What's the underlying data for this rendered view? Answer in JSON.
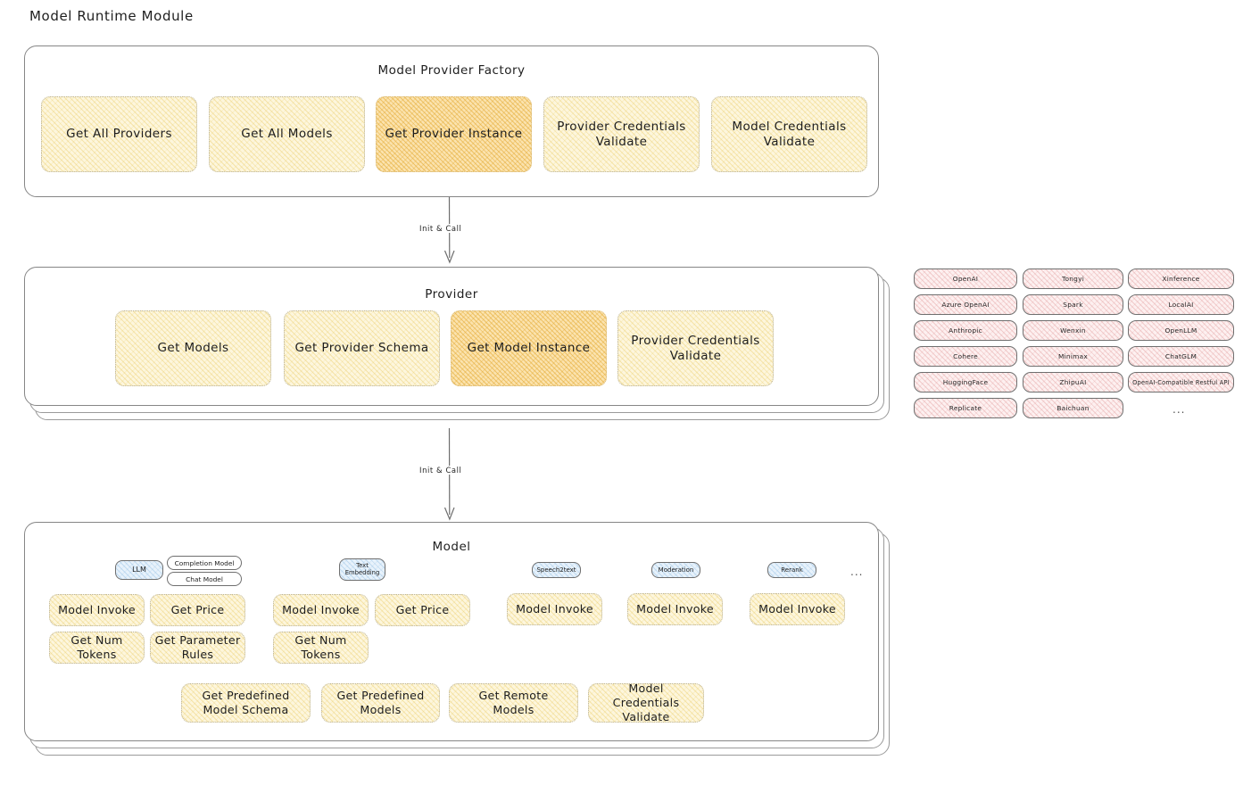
{
  "page_title": "Model Runtime Module",
  "factory": {
    "title": "Model Provider Factory",
    "tiles": [
      {
        "label": "Get All Providers",
        "highlight": false
      },
      {
        "label": "Get All Models",
        "highlight": false
      },
      {
        "label": "Get Provider Instance",
        "highlight": true
      },
      {
        "label": "Provider Credentials Validate",
        "highlight": false
      },
      {
        "label": "Model Credentials Validate",
        "highlight": false
      }
    ]
  },
  "connector_1": {
    "label": "Init & Call"
  },
  "provider": {
    "title": "Provider",
    "tiles": [
      {
        "label": "Get Models",
        "highlight": false
      },
      {
        "label": "Get Provider Schema",
        "highlight": false
      },
      {
        "label": "Get Model Instance",
        "highlight": true
      },
      {
        "label": "Provider Credentials Validate",
        "highlight": false
      }
    ]
  },
  "connector_2": {
    "label": "Init & Call"
  },
  "provider_list": {
    "columns": [
      {
        "items": [
          "OpenAI",
          "Azure OpenAI",
          "Anthropic",
          "Cohere",
          "HuggingFace",
          "Replicate"
        ]
      },
      {
        "items": [
          "Tongyi",
          "Spark",
          "Wenxin",
          "Minimax",
          "ZhipuAI",
          "Baichuan"
        ]
      },
      {
        "items": [
          "Xinference",
          "LocalAI",
          "OpenLLM",
          "ChatGLM",
          "OpenAI-Compatible Restful API"
        ]
      }
    ],
    "more": "..."
  },
  "model": {
    "title": "Model",
    "more": "...",
    "types": [
      {
        "name": "LLM",
        "sub_chips": [
          "Completion Model",
          "Chat Model"
        ],
        "methods": [
          {
            "label": "Model Invoke",
            "highlight": true
          },
          {
            "label": "Get Price",
            "highlight": false
          },
          {
            "label": "Get Num Tokens",
            "highlight": false
          },
          {
            "label": "Get Parameter Rules",
            "highlight": false
          }
        ]
      },
      {
        "name": "Text Embedding",
        "sub_chips": [],
        "methods": [
          {
            "label": "Model Invoke",
            "highlight": true
          },
          {
            "label": "Get Price",
            "highlight": false
          },
          {
            "label": "Get Num Tokens",
            "highlight": false
          }
        ]
      },
      {
        "name": "Speech2text",
        "sub_chips": [],
        "methods": [
          {
            "label": "Model Invoke",
            "highlight": true
          }
        ]
      },
      {
        "name": "Moderation",
        "sub_chips": [],
        "methods": [
          {
            "label": "Model Invoke",
            "highlight": true
          }
        ]
      },
      {
        "name": "Rerank",
        "sub_chips": [],
        "methods": [
          {
            "label": "Model Invoke",
            "highlight": true
          }
        ]
      }
    ],
    "shared_methods": [
      {
        "label": "Get Predefined Model Schema"
      },
      {
        "label": "Get Predefined Models"
      },
      {
        "label": "Get Remote Models"
      },
      {
        "label": "Model Credentials Validate"
      }
    ]
  },
  "colors": {
    "tile_fill": "#fdf6dd",
    "tile_fill_highlight": "#fbe3ae",
    "chip_provider_fill": "#fdf0f0",
    "chip_model_type_fill": "#e8f2fb",
    "outline": "#868686",
    "text": "#1e1e1e"
  }
}
